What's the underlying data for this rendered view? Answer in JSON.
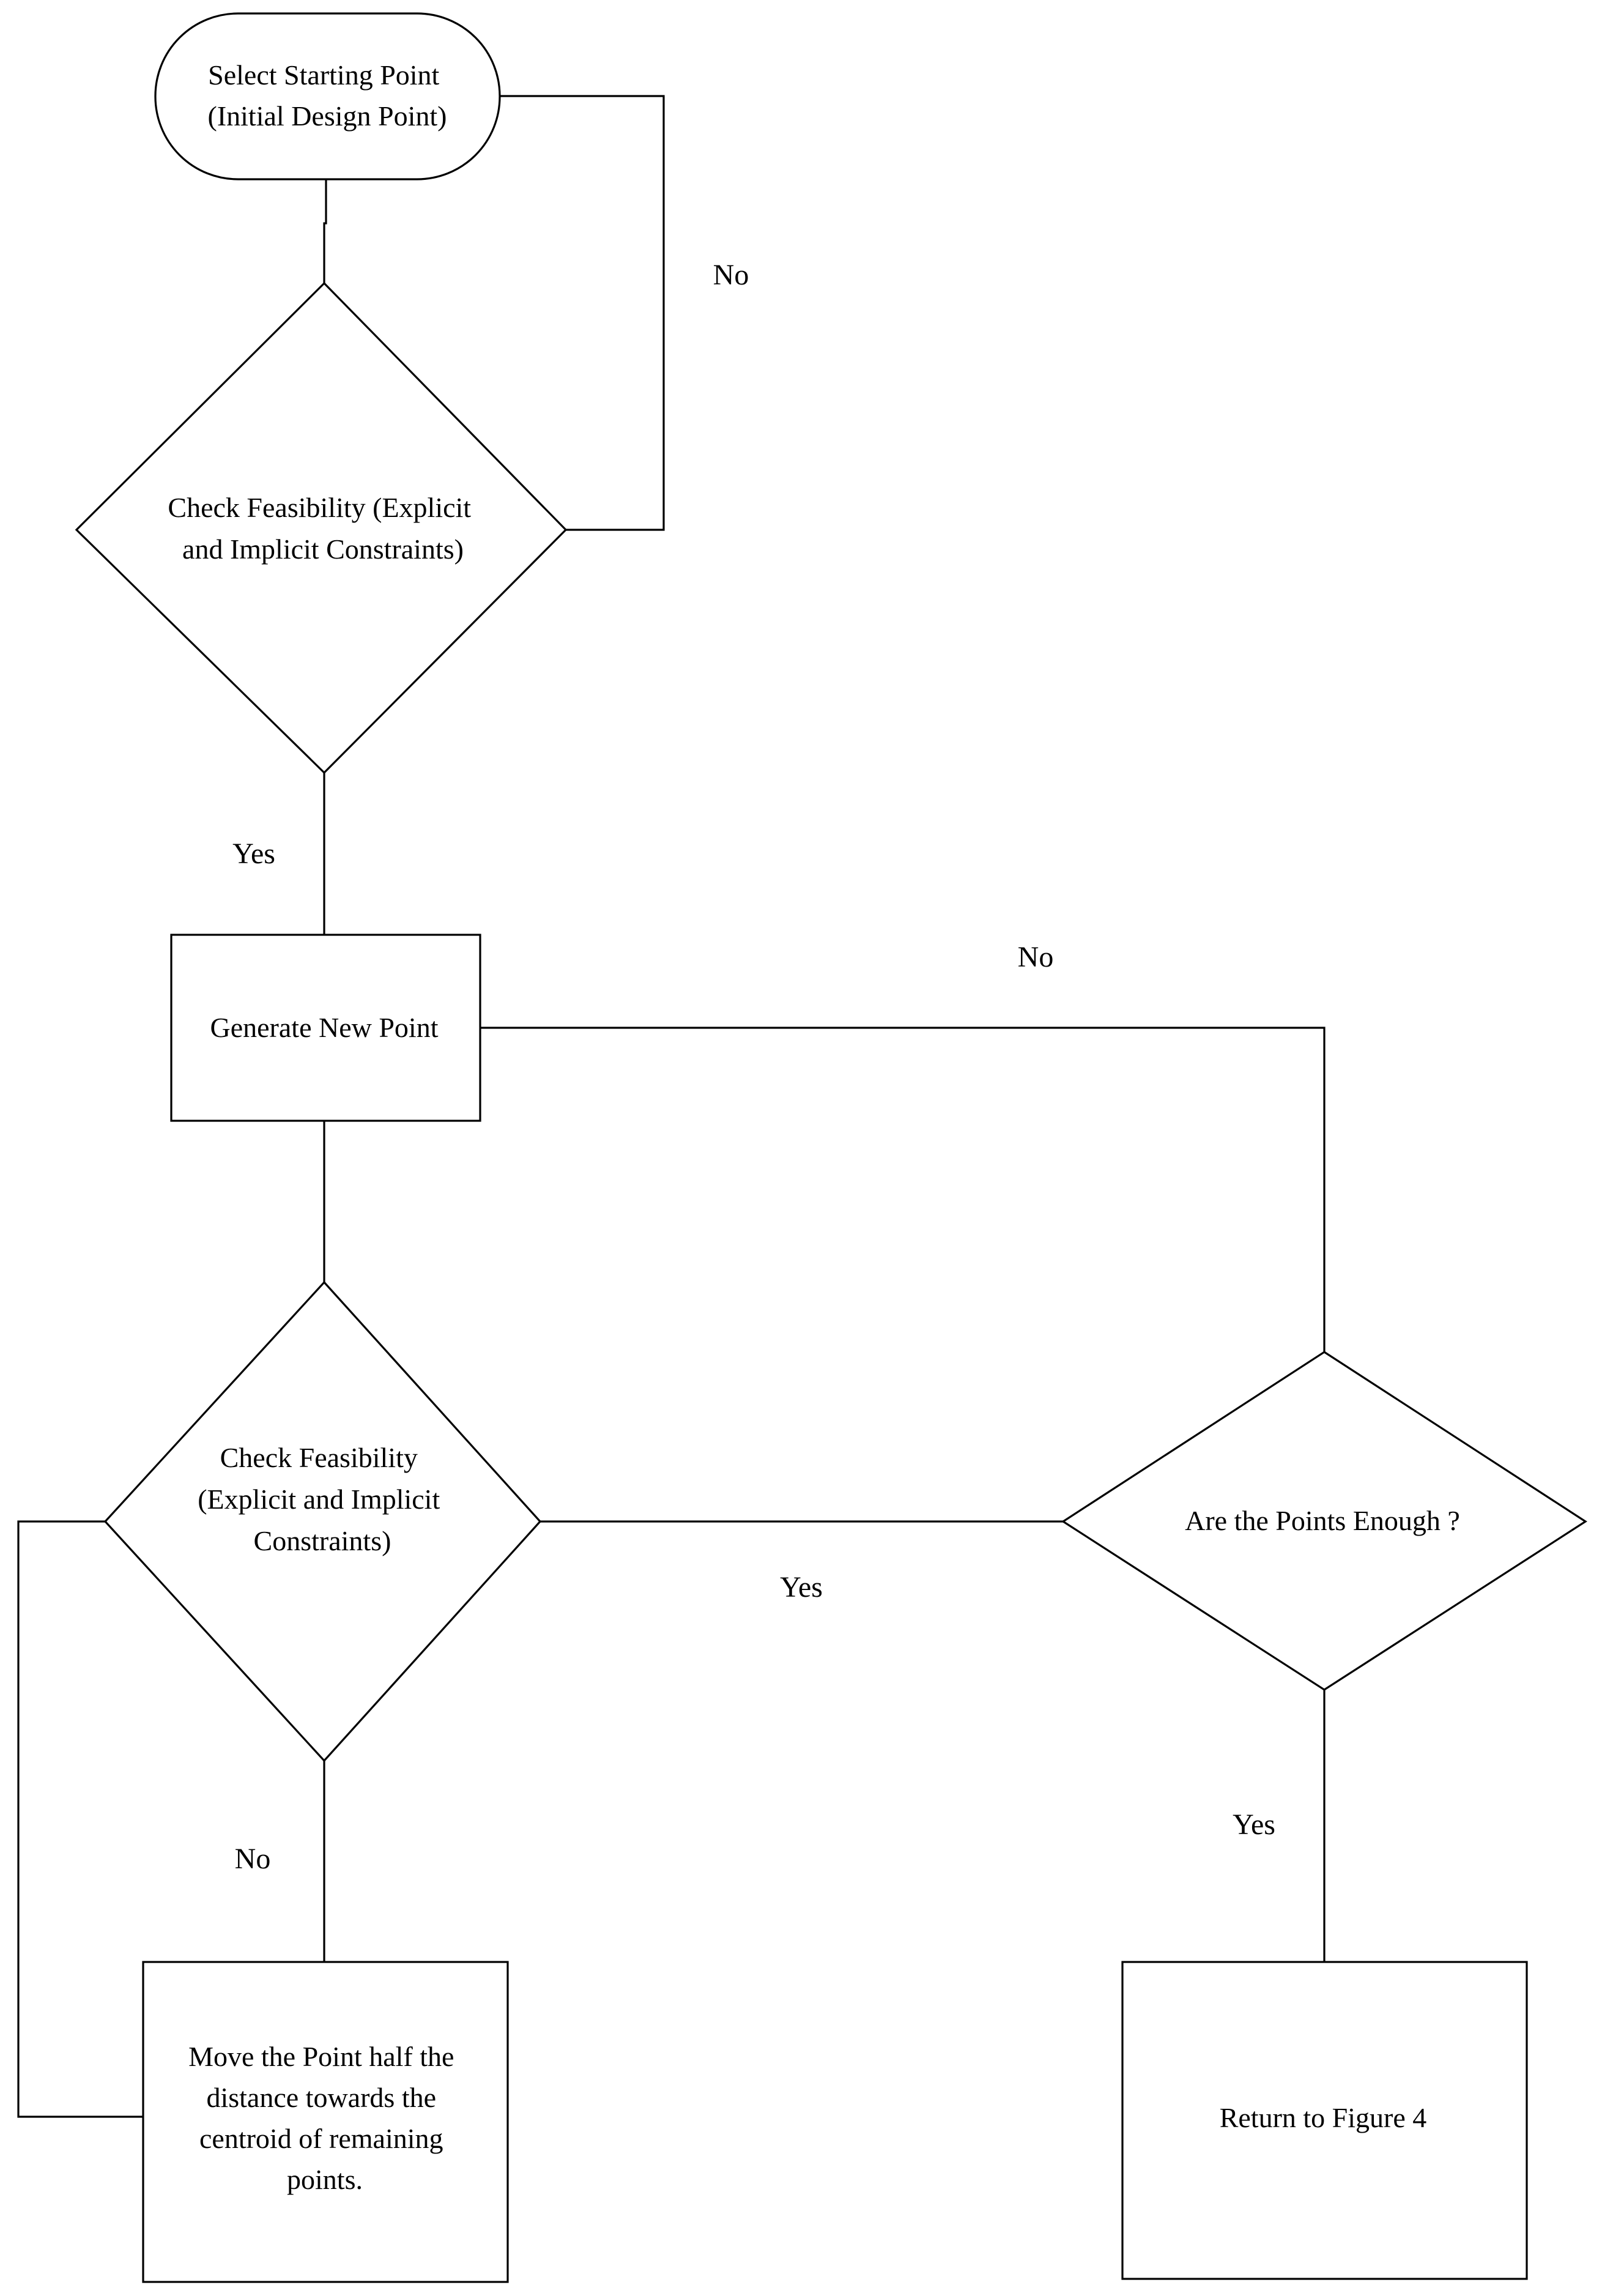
{
  "nodes": {
    "start": {
      "lines": [
        "Select Starting Point",
        "(Initial Design Point)"
      ]
    },
    "check1": {
      "lines": [
        "Check Feasibility (Explicit",
        "and Implicit Constraints)"
      ]
    },
    "generate": {
      "lines": [
        "Generate New Point"
      ]
    },
    "check2": {
      "lines": [
        "Check Feasibility",
        "(Explicit and Implicit",
        "Constraints)"
      ]
    },
    "enough": {
      "lines": [
        "Are the Points Enough ?"
      ]
    },
    "move": {
      "lines": [
        "Move the Point half the",
        "distance towards the",
        "centroid of remaining",
        "points."
      ]
    },
    "return": {
      "lines": [
        "Return to Figure 4"
      ]
    }
  },
  "edge_labels": {
    "check1_no": "No",
    "check1_yes": "Yes",
    "enough_no": "No",
    "check2_yes": "Yes",
    "check2_no": "No",
    "enough_yes": "Yes"
  }
}
